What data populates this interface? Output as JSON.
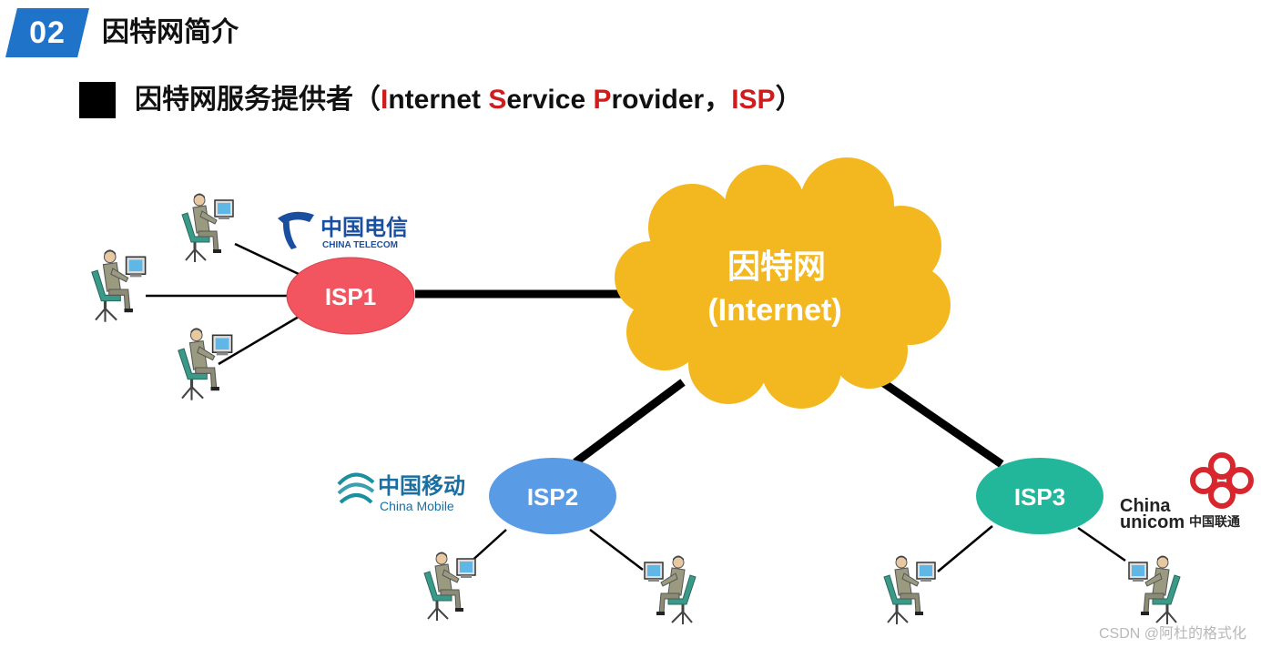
{
  "header": {
    "section_number": "02",
    "section_title": "因特网简介",
    "subtitle_prefix": "因特网服务提供者（",
    "subtitle_I": "I",
    "subtitle_nternet": "nternet ",
    "subtitle_S": "S",
    "subtitle_ervice": "ervice ",
    "subtitle_P": "P",
    "subtitle_rovider": "rovider，",
    "subtitle_ISP": "ISP",
    "subtitle_suffix": "）"
  },
  "diagram": {
    "cloud": {
      "line1": "因特网",
      "line2": "(Internet)"
    },
    "isps": [
      {
        "label": "ISP1",
        "color": "#f25560"
      },
      {
        "label": "ISP2",
        "color": "#5a9be6"
      },
      {
        "label": "ISP3",
        "color": "#22b79a"
      }
    ],
    "logos": {
      "telecom_cn": "中国电信",
      "telecom_en": "CHINA TELECOM",
      "mobile_cn": "中国移动",
      "mobile_en": "China Mobile",
      "unicom_en1": "China",
      "unicom_en2": "unicom",
      "unicom_cn": "中国联通"
    },
    "cloud_color": "#f3b71f"
  },
  "watermark": "CSDN @阿杜的格式化"
}
